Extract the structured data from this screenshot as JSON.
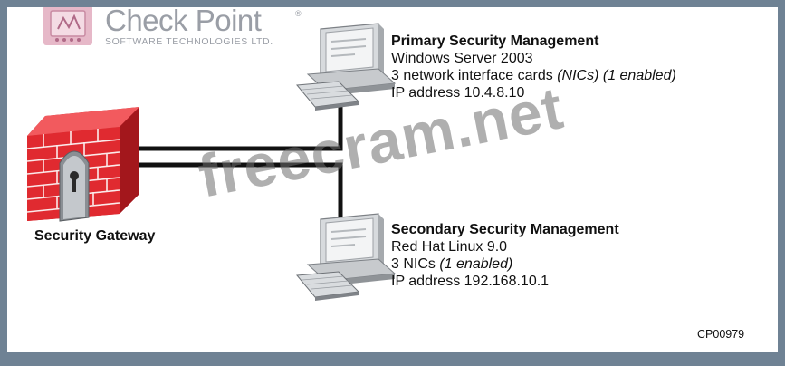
{
  "logo": {
    "wordmark": "Check Point",
    "registered": "®",
    "tagline": "SOFTWARE TECHNOLOGIES LTD.",
    "badge_color": "#e6b8c8"
  },
  "gateway": {
    "label": "Security Gateway",
    "icon": "firewall-icon",
    "brick_color": "#d9232a"
  },
  "primary": {
    "title": "Primary Security Management",
    "os": "Windows Server 2003",
    "nics_prefix": "3 network interface cards ",
    "nics_italic": "(NICs) (1 enabled)",
    "ip": "IP address 10.4.8.10",
    "icon": "computer-icon"
  },
  "secondary": {
    "title": "Secondary Security Management",
    "os": "Red Hat Linux 9.0",
    "nics_prefix": "3 NICs ",
    "nics_italic": "(1 enabled)",
    "ip": "IP address 192.168.10.1",
    "icon": "computer-icon"
  },
  "figure_code": "CP00979",
  "watermark": "freecram.net",
  "colors": {
    "frame": "#6f8294",
    "connection_line": "#111111"
  }
}
